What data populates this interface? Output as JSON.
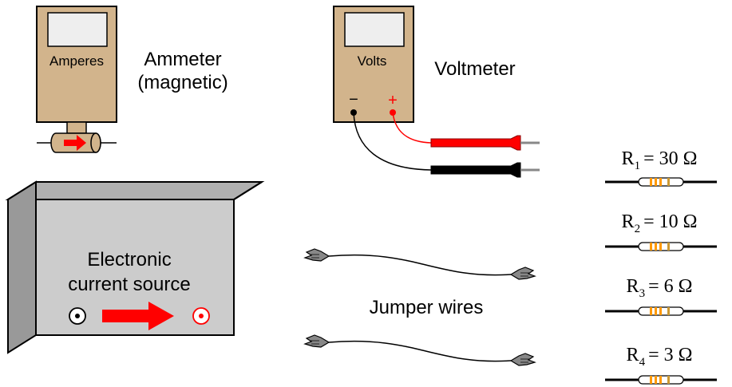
{
  "ammeter": {
    "scale_label": "Amperes",
    "caption_line1": "Ammeter",
    "caption_line2": "(magnetic)"
  },
  "voltmeter": {
    "scale_label": "Volts",
    "caption": "Voltmeter",
    "negative_symbol": "−",
    "positive_symbol": "+"
  },
  "current_source": {
    "label_line1": "Electronic",
    "label_line2": "current source"
  },
  "jumper_wires": {
    "caption": "Jumper wires"
  },
  "resistors": [
    {
      "symbol": "R",
      "subscript": "1",
      "equals": "= 30 Ω"
    },
    {
      "symbol": "R",
      "subscript": "2",
      "equals": "= 10 Ω"
    },
    {
      "symbol": "R",
      "subscript": "3",
      "equals": "= 6 Ω"
    },
    {
      "symbol": "R",
      "subscript": "4",
      "equals": "= 3 Ω"
    }
  ],
  "colors": {
    "meter_body": "#d2b48c",
    "source_body": "#cccccc",
    "arrow_red": "#ff0000",
    "resistor_band": "#ff9900"
  }
}
